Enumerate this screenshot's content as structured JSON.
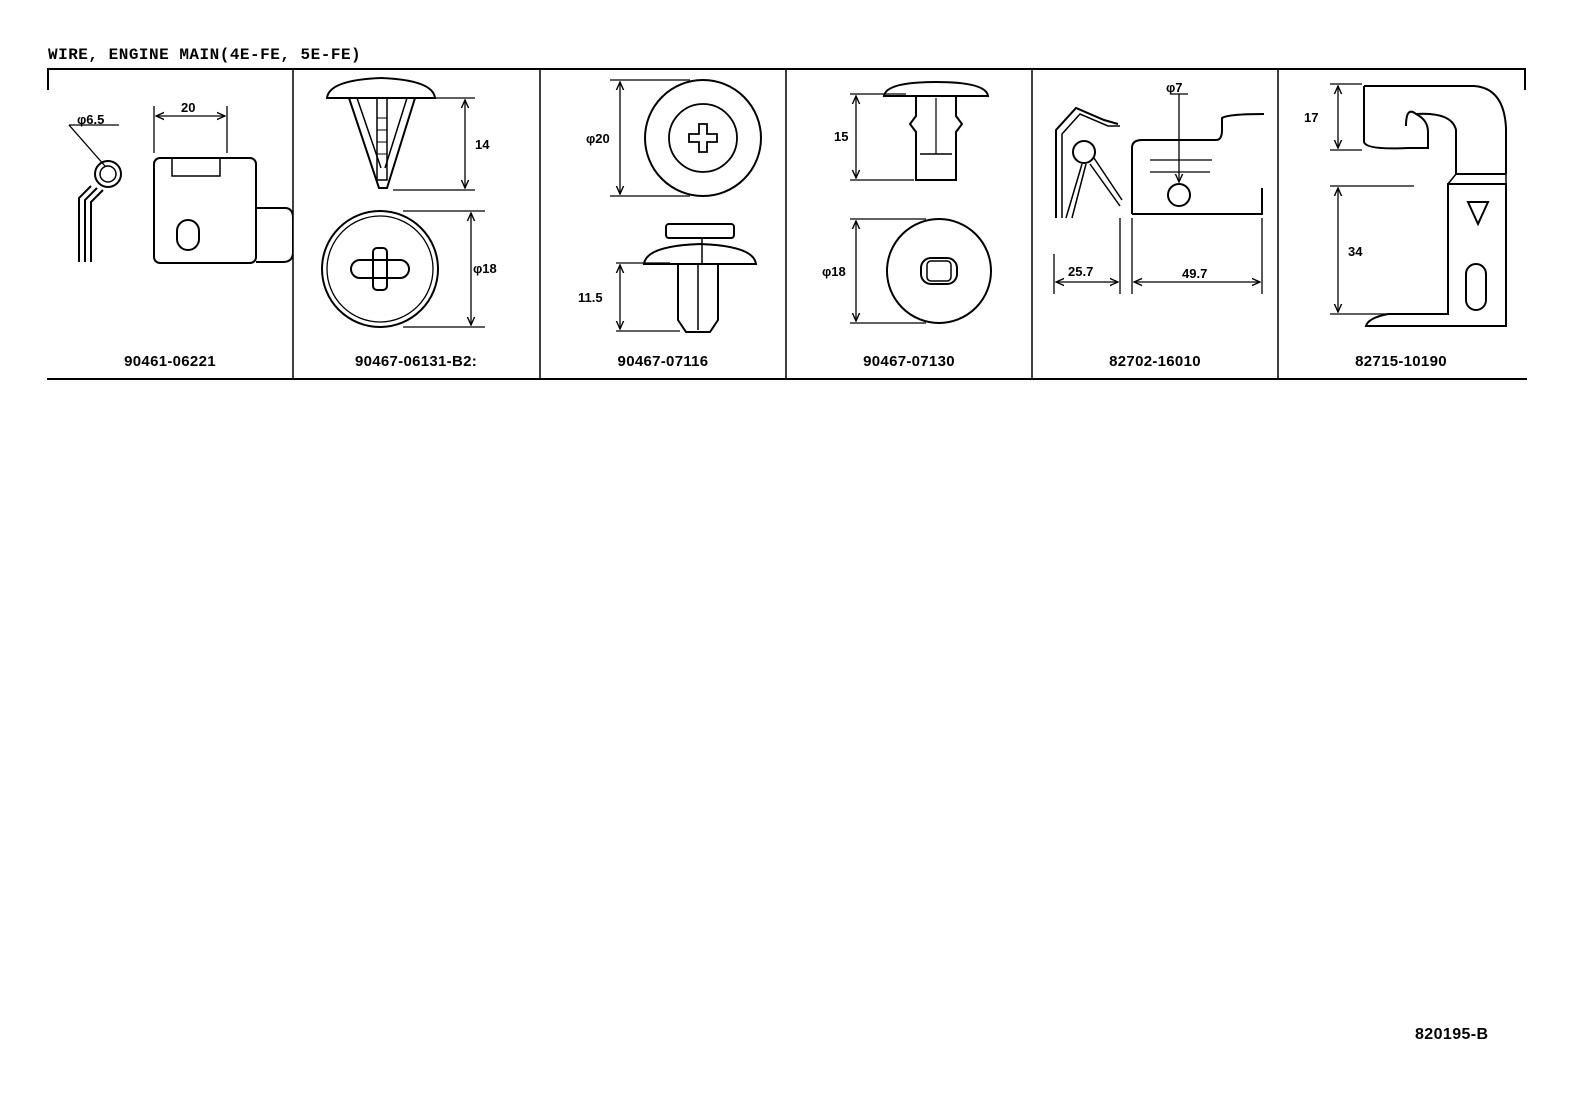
{
  "header": {
    "title": "WIRE, ENGINE MAIN(4E-FE, 5E-FE)"
  },
  "parts": [
    {
      "part_number": "90461-06221",
      "icon": "wire-clip-icon",
      "dims": [
        "φ6.5",
        "20"
      ]
    },
    {
      "part_number": "90467-06131-B2:",
      "icon": "push-rivet-clip-icon",
      "dims": [
        "14",
        "φ18"
      ]
    },
    {
      "part_number": "90467-07116",
      "icon": "screw-grommet-clip-icon",
      "dims": [
        "φ20",
        "11.5"
      ]
    },
    {
      "part_number": "90467-07130",
      "icon": "retainer-clip-icon",
      "dims": [
        "15",
        "φ18"
      ]
    },
    {
      "part_number": "82702-16010",
      "icon": "harness-clamp-icon",
      "dims": [
        "φ7",
        "25.7",
        "49.7"
      ]
    },
    {
      "part_number": "82715-10190",
      "icon": "bracket-clamp-icon",
      "dims": [
        "17",
        "34"
      ]
    }
  ],
  "footer": {
    "reference_code": "820195-B"
  }
}
